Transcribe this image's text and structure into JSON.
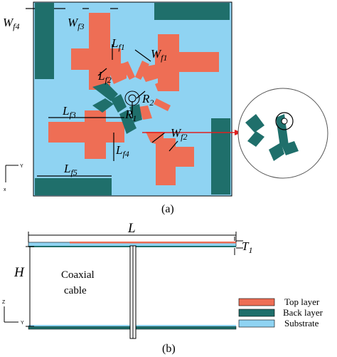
{
  "colors": {
    "top_layer": "#EE6E55",
    "back_layer": "#1F6F6B",
    "substrate": "#8FD3F2",
    "arrow": "#E02020"
  },
  "panel_a": {
    "caption": "(a)",
    "labels": {
      "wf4": "W",
      "wf4_sub": "f4",
      "wf3": "W",
      "wf3_sub": "f3",
      "lf1": "L",
      "lf1_sub": "f1",
      "wf1": "W",
      "wf1_sub": "f1",
      "lf2": "L",
      "lf2_sub": "f2",
      "r2": "R",
      "r2_sub": "2",
      "r1": "R",
      "r1_sub": "1",
      "lf3": "L",
      "lf3_sub": "f3",
      "lf4": "L",
      "lf4_sub": "f4",
      "wf2": "W",
      "wf2_sub": "f2",
      "lf5": "L",
      "lf5_sub": "f5"
    },
    "axes": {
      "vertical": "x",
      "horizontal": "Y"
    }
  },
  "panel_b": {
    "caption": "(b)",
    "labels": {
      "l": "L",
      "t1": "T",
      "t1_sub": "1",
      "h": "H"
    },
    "coax_line1": "Coaxial",
    "coax_line2": "cable",
    "axes": {
      "vertical": "Z",
      "horizontal": "Y"
    }
  },
  "legend": [
    {
      "label": "Top layer",
      "color": "#EE6E55"
    },
    {
      "label": "Back layer",
      "color": "#1F6F6B"
    },
    {
      "label": "Substrate",
      "color": "#8FD3F2"
    }
  ]
}
